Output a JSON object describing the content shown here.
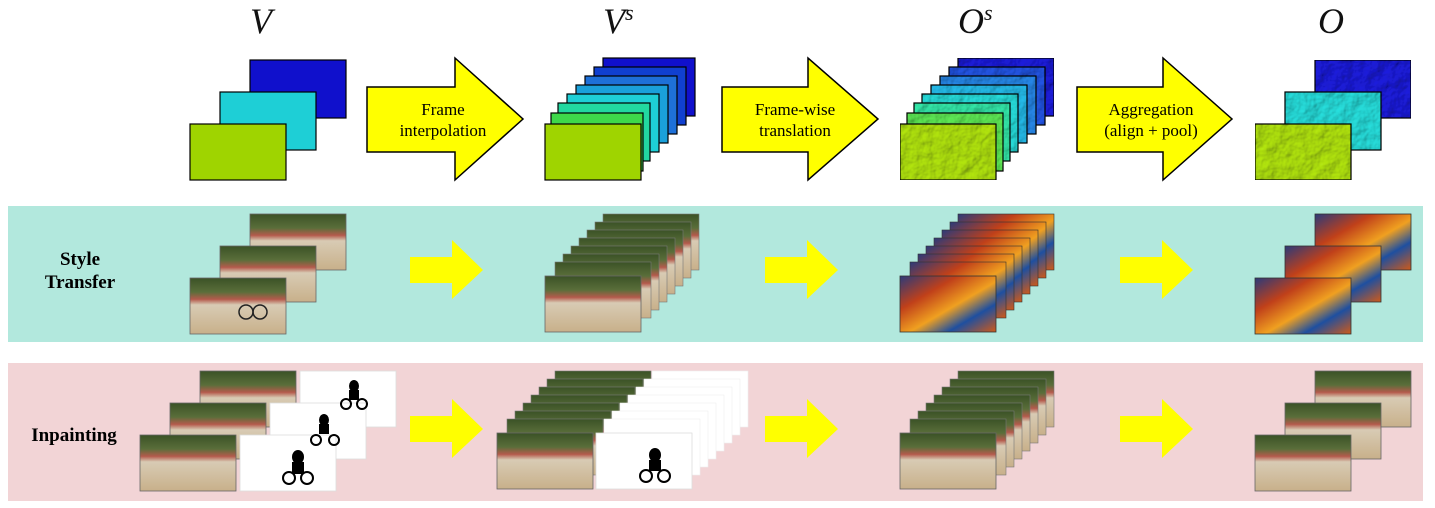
{
  "header": {
    "symbols": [
      {
        "base": "V",
        "sup": ""
      },
      {
        "base": "V",
        "sup": "s"
      },
      {
        "base": "O",
        "sup": "s"
      },
      {
        "base": "O",
        "sup": ""
      }
    ],
    "arrows": [
      {
        "line1": "Frame",
        "line2": "interpolation"
      },
      {
        "line1": "Frame-wise",
        "line2": "translation"
      },
      {
        "line1": "Aggregation",
        "line2": "(align + pool)"
      }
    ]
  },
  "rows": [
    {
      "label_line1": "Style",
      "label_line2": "Transfer",
      "color": "#b2e8dd"
    },
    {
      "label_line1": "Inpainting",
      "label_line2": "",
      "color": "#f2d4d6"
    }
  ],
  "colors": {
    "frame_green": "#9fd400",
    "frame_cyan": "#1ecfd6",
    "frame_blue": "#1010cc",
    "arrow_yellow": "#ffff00"
  }
}
